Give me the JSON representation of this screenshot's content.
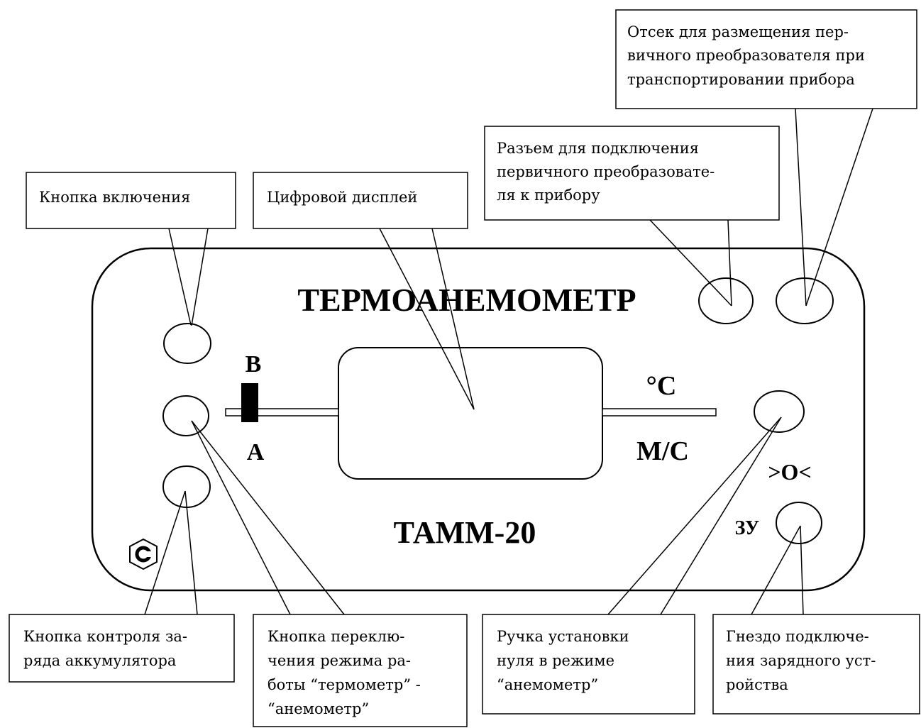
{
  "panel": {
    "title": "ТЕРМОАНЕМОМЕТР",
    "model": "ТАММ-20",
    "switch_top_label": "В",
    "switch_bottom_label": "А",
    "unit_temperature": "°С",
    "unit_speed": "М/С",
    "zero_label": ">О<",
    "charger_label": "ЗУ"
  },
  "callouts": {
    "power_button": [
      "Кнопка включения"
    ],
    "digital_display": [
      "Цифровой дисплей"
    ],
    "sensor_connector": [
      "Разъем для подключения",
      "первичного преобразовате-",
      "ля к прибору"
    ],
    "storage_compartment": [
      "Отсек для размещения пер-",
      "вичного преобразователя при",
      "транспортировании  прибора"
    ],
    "battery_check_button": [
      "Кнопка контроля за-",
      "ряда аккумулятора"
    ],
    "mode_switch_button": [
      "Кнопка переклю-",
      "чения режима ра-",
      "боты “термометр” -",
      "“анемометр”"
    ],
    "zero_knob": [
      "Ручка установки",
      "нуля в режиме",
      "“анемометр”"
    ],
    "charger_socket": [
      "Гнездо подключе-",
      "ния зарядного уст-",
      "ройства"
    ]
  }
}
